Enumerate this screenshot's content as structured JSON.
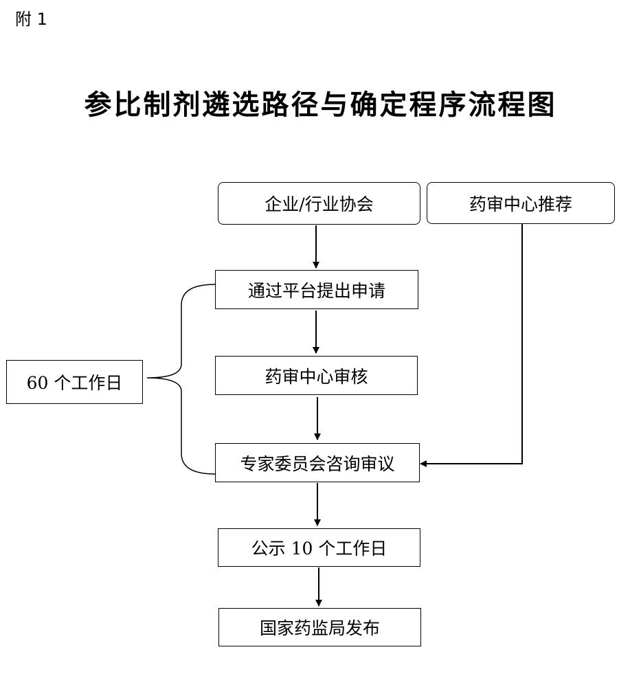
{
  "attachment_label": "附 1",
  "title": "参比制剂遴选路径与确定程序流程图",
  "nodes": {
    "enterprise": "企业/行业协会",
    "cde_recommend": "药审中心推荐",
    "apply": "通过平台提出申请",
    "cde_review": "药审中心审核",
    "expert": "专家委员会咨询审议",
    "publicity": "公示 10 个工作日",
    "nmpa": "国家药监局发布",
    "duration": "60 个工作日"
  }
}
